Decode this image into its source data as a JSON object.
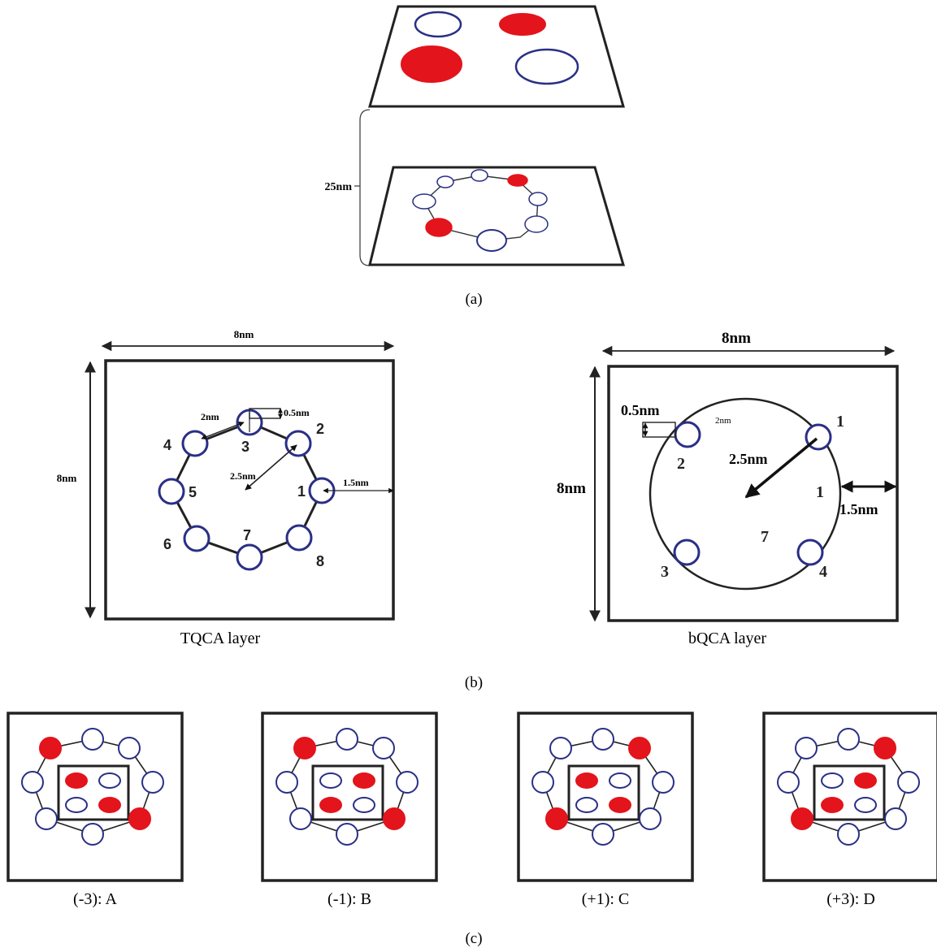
{
  "colors": {
    "red": "#e3141c",
    "ring": "#2a2f86",
    "line": "#222222"
  },
  "panel_a": {
    "height_label": "25nm",
    "caption": "(a)"
  },
  "panel_b": {
    "caption": "(b)",
    "tqca": {
      "caption": "TQCA layer",
      "width_label": "8nm",
      "height_label": "8nm",
      "dot_size_label": "2nm",
      "gap_label": "0.5nm",
      "radius_label": "2.5nm",
      "edge_label": "1.5nm",
      "dot_numbers": [
        "1",
        "2",
        "3",
        "4",
        "5",
        "6",
        "7",
        "8"
      ]
    },
    "bqca": {
      "caption": "bQCA layer",
      "width_label": "8nm",
      "height_label": "8nm",
      "gap_label": "0.5nm",
      "dot_size_label": "2nm",
      "radius_label": "2.5nm",
      "edge_label": "1.5nm",
      "dot_numbers": [
        "1",
        "2",
        "3",
        "4"
      ],
      "center_label_right": "1",
      "center_label_bottom": "7"
    }
  },
  "panel_c": {
    "caption": "(c)",
    "states": [
      {
        "label": "(-3): A"
      },
      {
        "label": "(-1): B"
      },
      {
        "label": "(+1): C"
      },
      {
        "label": "(+3): D"
      }
    ]
  }
}
